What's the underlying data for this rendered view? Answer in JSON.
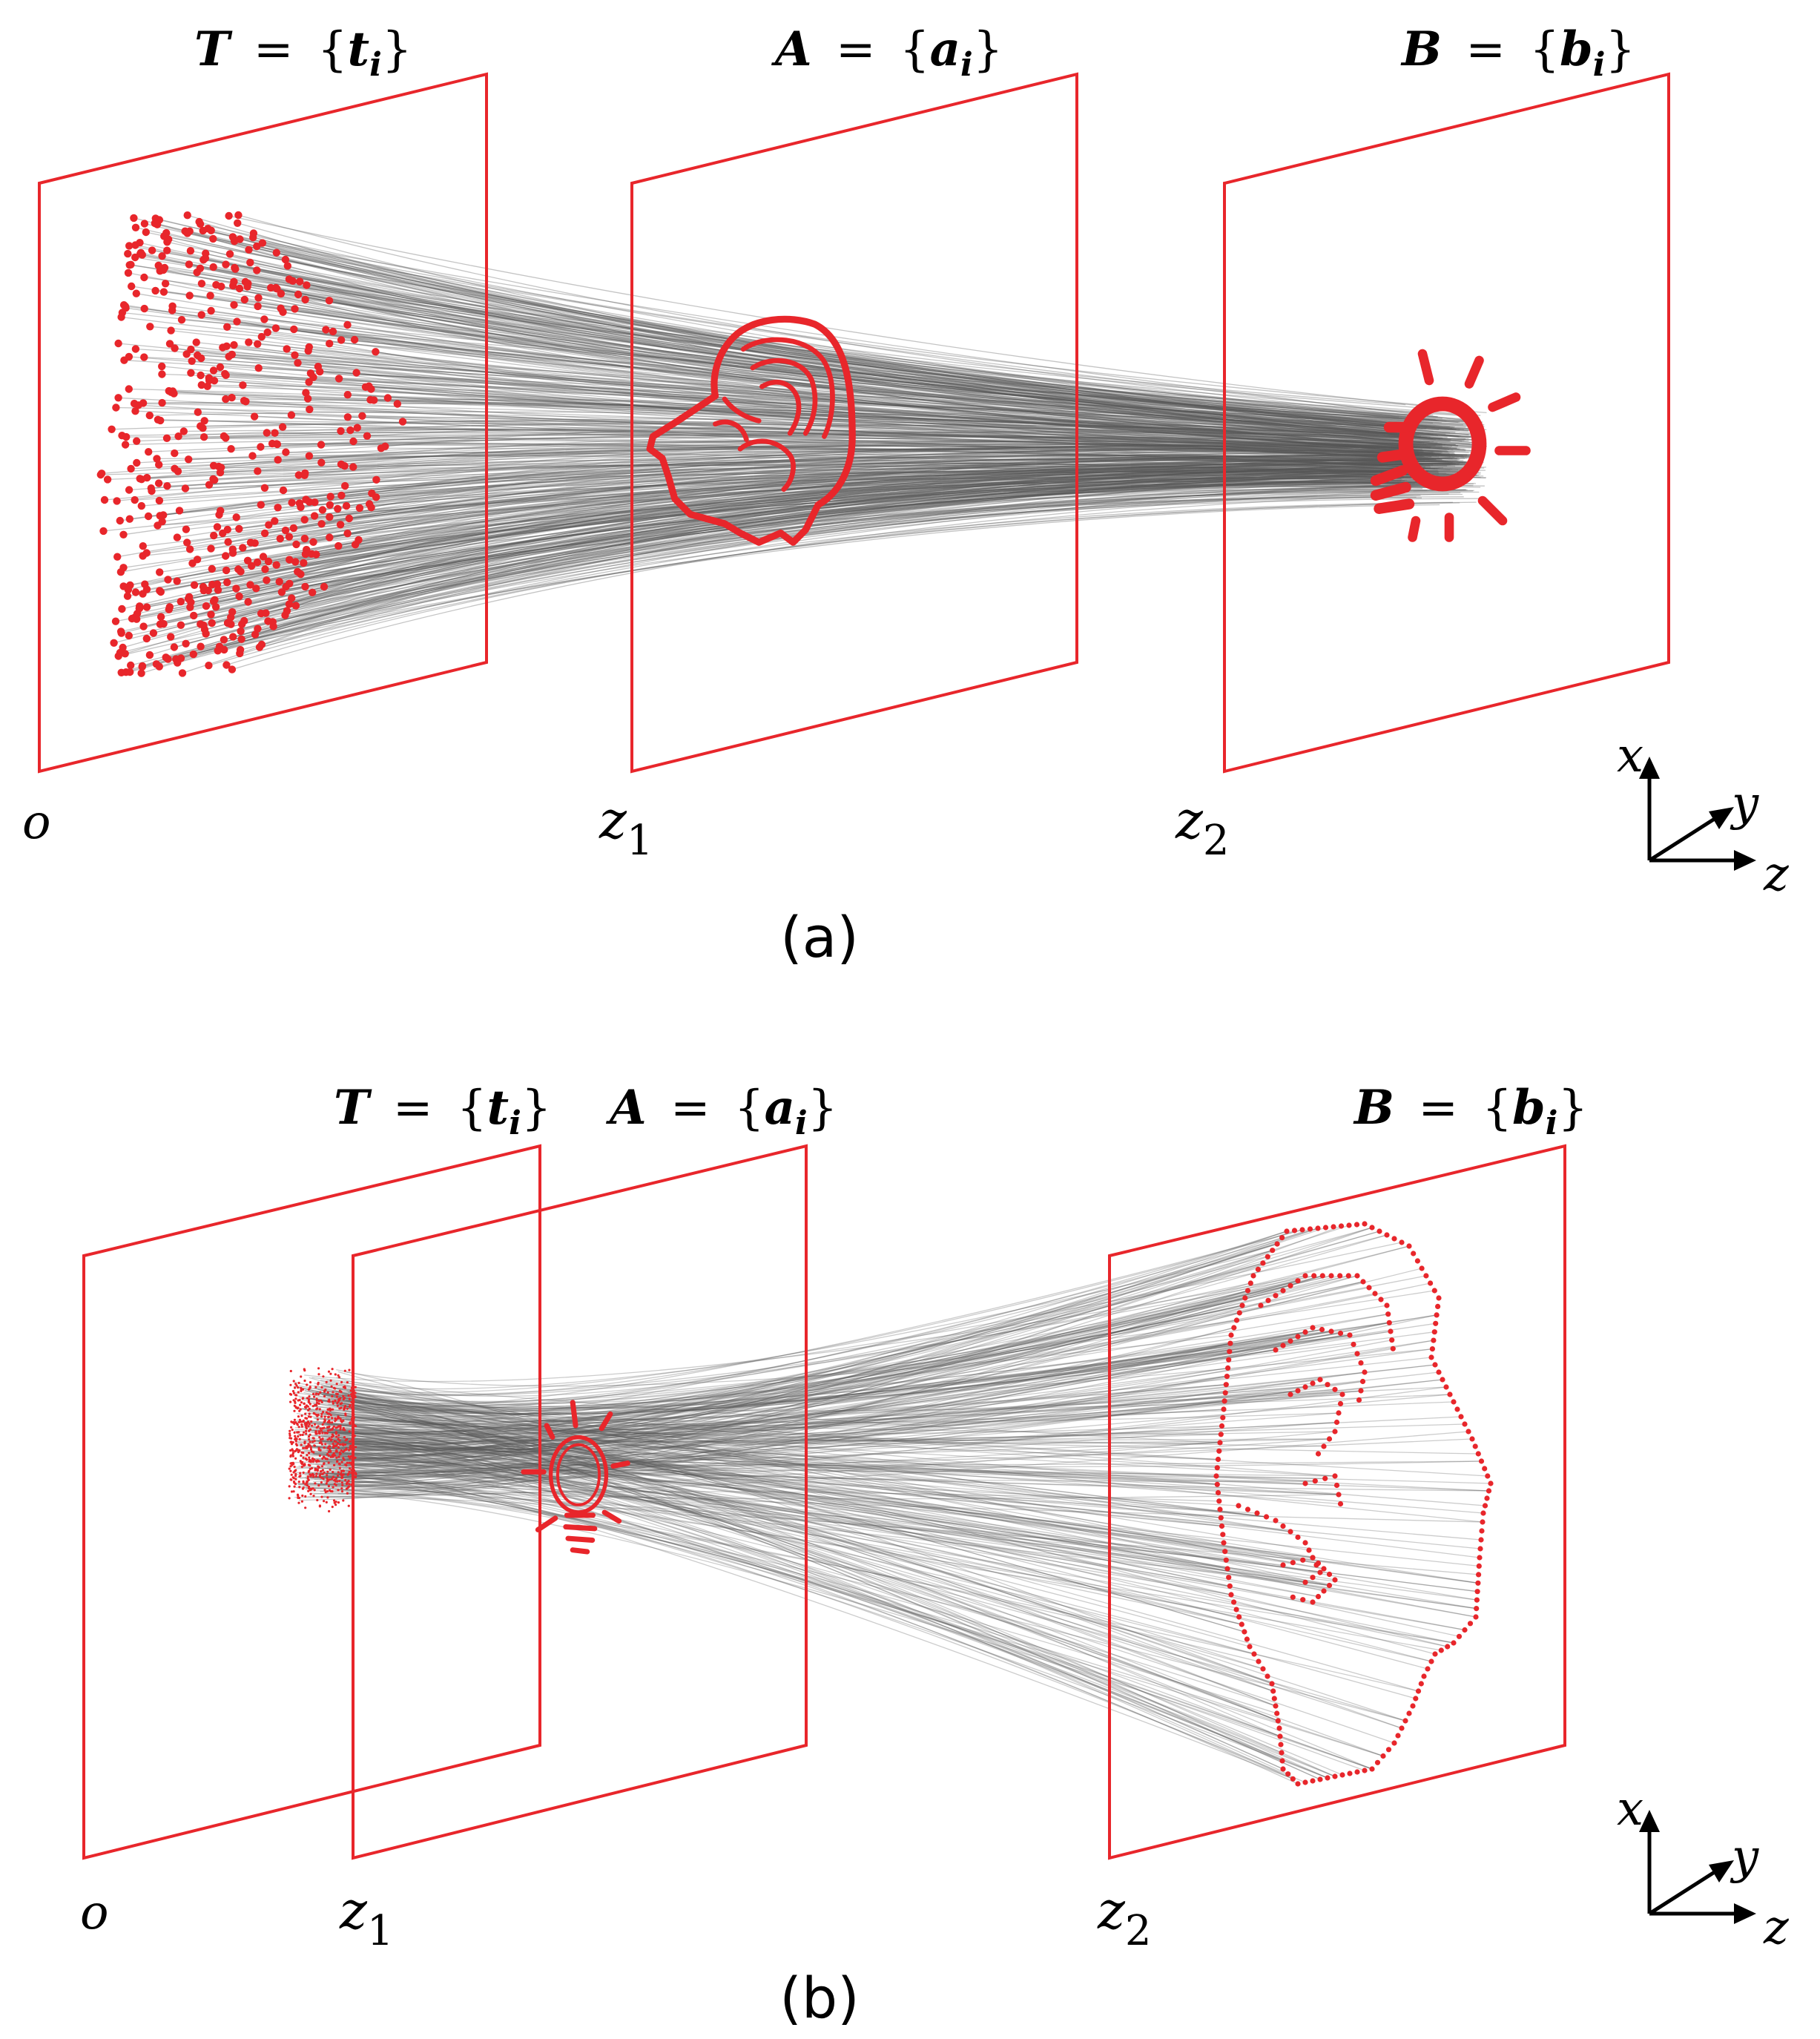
{
  "colors": {
    "plane": "#e8262b",
    "points": "#e8262b",
    "rays": "#555555",
    "text": "#000000"
  },
  "panel_a": {
    "caption": "(a)",
    "planes": [
      {
        "set_label": "T = {t_i}",
        "set_letter": "T",
        "elem": "t",
        "position_label": "o",
        "pos_main": "o",
        "pos_sub": ""
      },
      {
        "set_label": "A = {a_i}",
        "set_letter": "A",
        "elem": "a",
        "position_label": "z1",
        "pos_main": "z",
        "pos_sub": "1"
      },
      {
        "set_label": "B = {b_i}",
        "set_letter": "B",
        "elem": "b",
        "position_label": "z2",
        "pos_main": "z",
        "pos_sub": "2"
      }
    ],
    "shapes": {
      "source": "random-dots",
      "middle": "head-outline",
      "target": "lightbulb-outline"
    }
  },
  "panel_b": {
    "caption": "(b)",
    "planes": [
      {
        "set_label": "T = {t_i}",
        "set_letter": "T",
        "elem": "t",
        "position_label": "o",
        "pos_main": "o",
        "pos_sub": ""
      },
      {
        "set_label": "A = {a_i}",
        "set_letter": "A",
        "elem": "a",
        "position_label": "z1",
        "pos_main": "z",
        "pos_sub": "1"
      },
      {
        "set_label": "B = {b_i}",
        "set_letter": "B",
        "elem": "b",
        "position_label": "z2",
        "pos_main": "z",
        "pos_sub": "2"
      }
    ],
    "shapes": {
      "source": "random-dots",
      "middle": "lightbulb-outline",
      "target": "head-outline"
    }
  },
  "axes": {
    "x": "x",
    "y": "y",
    "z": "z"
  },
  "eq": "=",
  "open_brace": "{",
  "close_brace": "}",
  "sub_i": "i"
}
